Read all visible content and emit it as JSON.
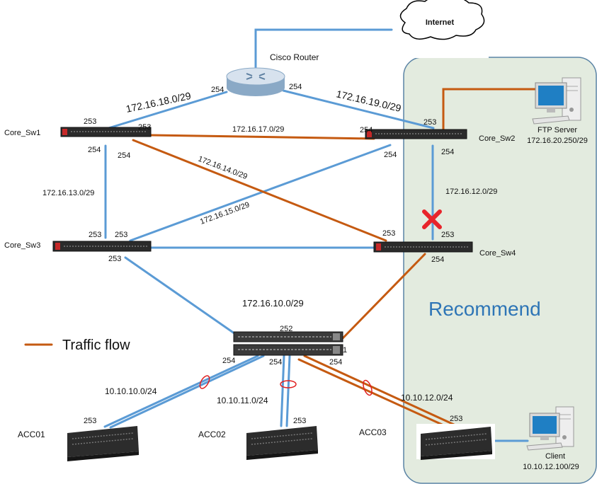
{
  "devices": {
    "cisco_router": "Cisco Router",
    "internet": "Internet",
    "core_sw1": "Core_Sw1",
    "core_sw2": "Core_Sw2",
    "core_sw3": "Core_Sw3",
    "core_sw4": "Core_Sw4",
    "ftp_server": "FTP Server",
    "ftp_ip": "172.16.20.250/29",
    "client": "Client",
    "client_ip": "10.10.12.100/29",
    "acc01": "ACC01",
    "acc02": "ACC02",
    "acc03": "ACC03"
  },
  "subnets": {
    "r_sw1": "172.16.18.0/29",
    "r_sw2": "172.16.19.0/29",
    "sw1_sw2": "172.16.17.0/29",
    "sw1_sw3": "172.16.13.0/29",
    "sw1_sw4": "172.16.14.0/29",
    "sw2_sw3": "172.16.15.0/29",
    "sw2_sw4": "172.16.12.0/29",
    "dist": "172.16.10.0/29",
    "acc01": "10.10.10.0/24",
    "acc02": "10.10.11.0/24",
    "acc03": "10.10.12.0/24"
  },
  "ports": {
    "p254": "254",
    "p253": "253",
    "p252": "252",
    "p251": "1"
  },
  "recommend_label": "Recommend",
  "legend": {
    "label": "Traffic flow",
    "color": "#c55a11"
  },
  "colors": {
    "link_blue": "#5b9bd5",
    "traffic_orange": "#c55a11",
    "zone_fill": "#e3ebdf",
    "zone_border": "#5b84a5",
    "recommend_text": "#2e75b6",
    "failure_x": "#e8242b"
  }
}
